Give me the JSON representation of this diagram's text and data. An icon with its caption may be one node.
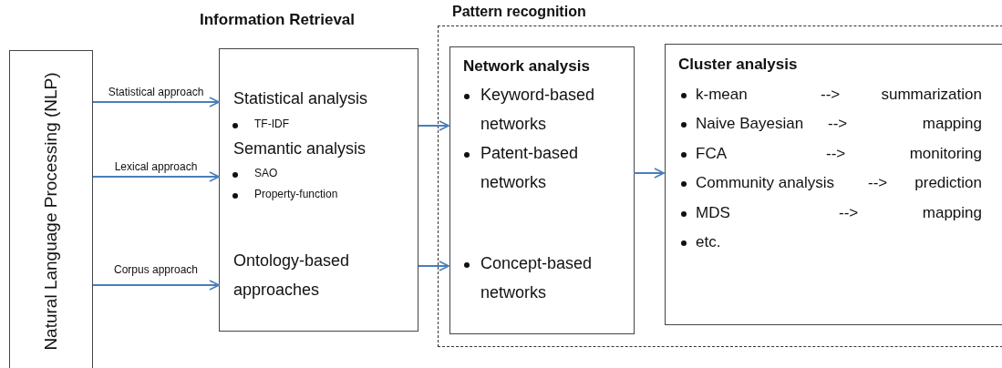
{
  "diagram": {
    "nodes": [
      {
        "text": [
          "Natural Language Processing (NLP)"
        ]
      },
      {
        "text": [
          "Information Retrieval",
          "Statistical analysis",
          "TF-IDF",
          "Semantic analysis",
          "SAO",
          "Property-function",
          "Ontology-based approaches"
        ]
      },
      {
        "text": [
          "Pattern recognition"
        ]
      },
      {
        "text": [
          "Network analysis",
          "Keyword-based networks",
          "Patent-based networks",
          "Concept-based networks"
        ],
        "in": 2
      },
      {
        "text": [
          "Cluster analysis",
          "k-mean",
          "-->",
          "summarization",
          "Naive Bayesian",
          "-->",
          "mapping",
          "FCA",
          "-->",
          "monitoring",
          "Community analysis",
          "-->",
          "prediction",
          "MDS",
          "-->",
          "mapping",
          "etc."
        ],
        "in": 2
      }
    ],
    "edges": [
      {
        "from": 0,
        "to": 1,
        "arrow": "to",
        "label": "Statistical approach"
      },
      {
        "from": 0,
        "to": 1,
        "arrow": "to",
        "label": "Lexical approach"
      },
      {
        "from": 0,
        "to": 1,
        "arrow": "to",
        "label": "Corpus approach"
      },
      {
        "from": 1,
        "to": 3,
        "arrow": "to"
      },
      {
        "from": 1,
        "to": 3,
        "arrow": "to"
      },
      {
        "from": 3,
        "to": 4,
        "arrow": "to"
      }
    ]
  }
}
